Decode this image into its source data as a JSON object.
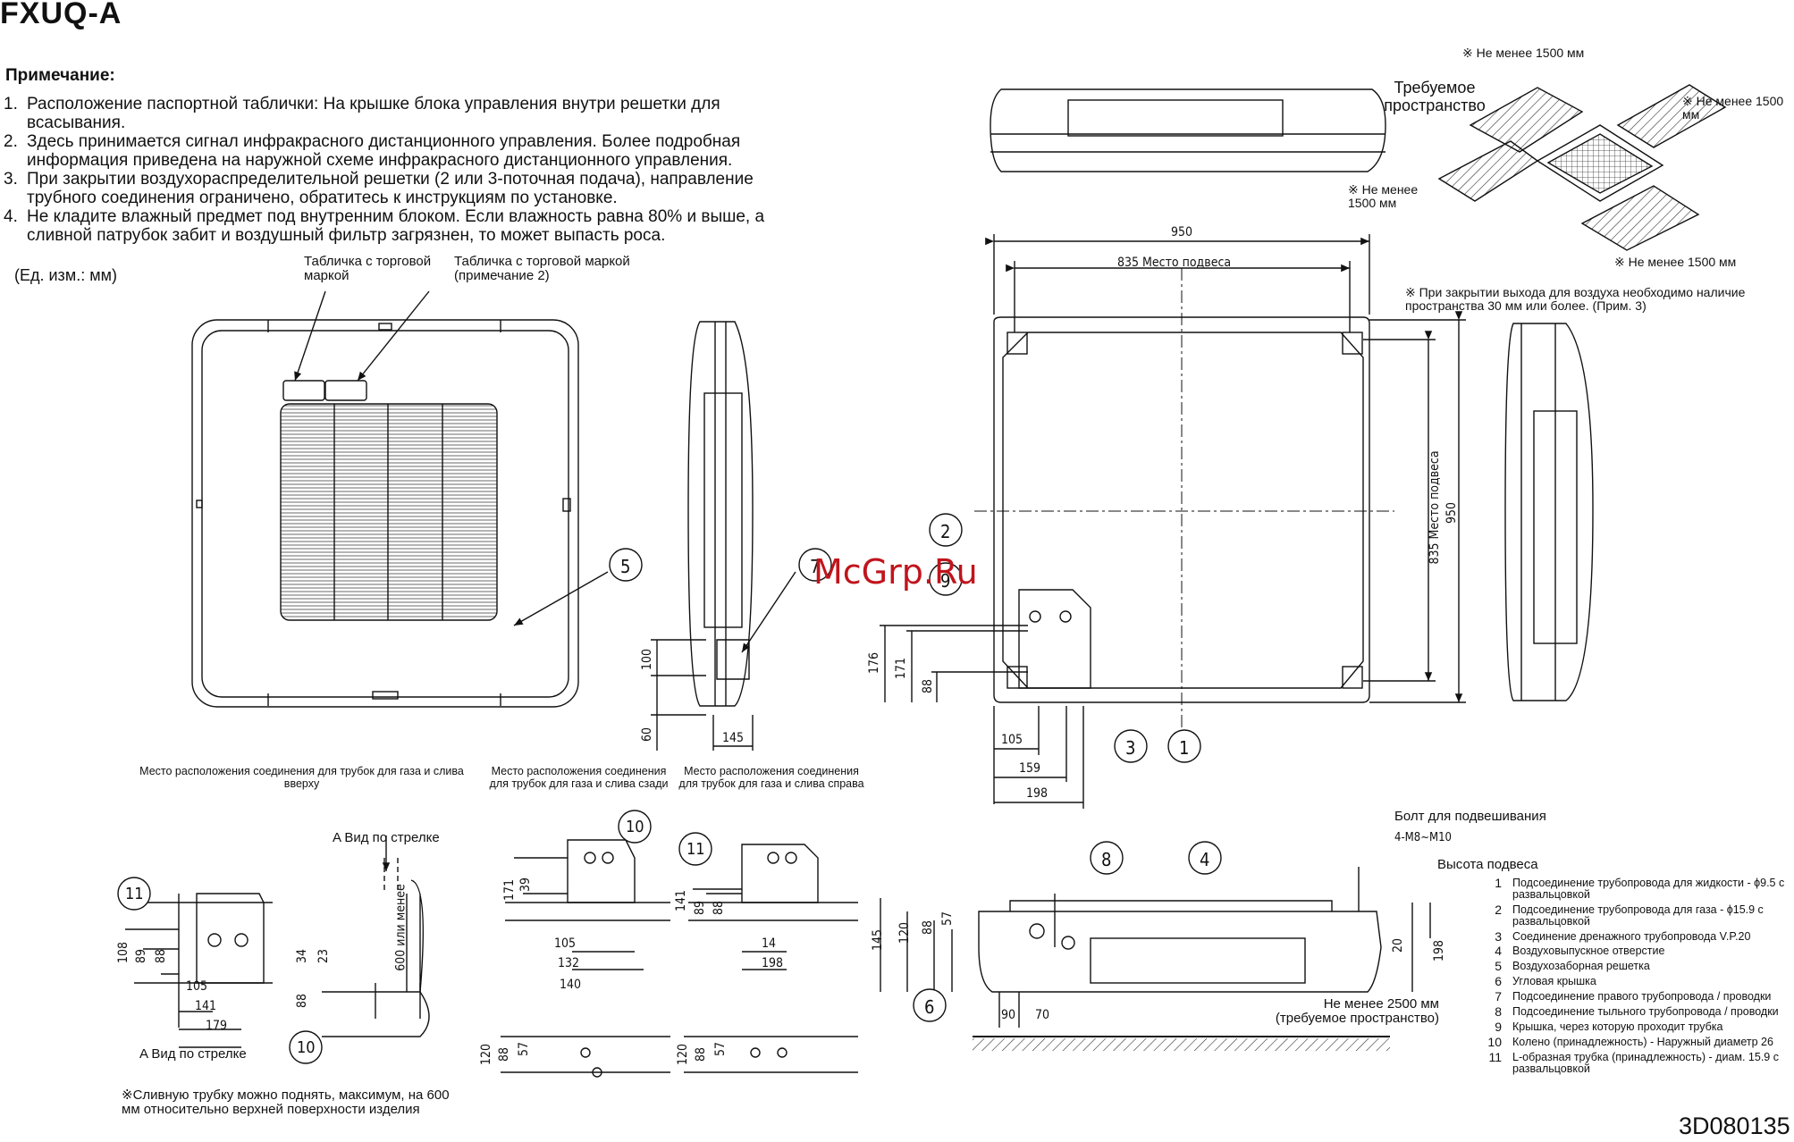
{
  "title": "FXUQ-A",
  "notes": {
    "heading": "Примечание:",
    "items": [
      {
        "num": "1.",
        "text": "Расположение паспортной таблички: На крышке блока управления внутри решетки для всасывания."
      },
      {
        "num": "2.",
        "text": "Здесь принимается сигнал инфракрасного дистанционного управления. Более подробная информация приведена на наружной схеме инфракрасного дистанционного управления."
      },
      {
        "num": "3.",
        "text": "При закрытии воздухораспределительной решетки (2 или 3-поточная подача), направление трубного соединения ограничено, обратитесь к инструкциям по установке."
      },
      {
        "num": "4.",
        "text": "Не кладите влажный предмет под внутренним блоком. Если влажность равна 80% и выше, а сливной патрубок забит и воздушный фильтр загрязнен, то может выпасть роса."
      }
    ]
  },
  "units": "(Ед. изм.: мм)",
  "labels": {
    "nameplate_1": "Табличка с торговой маркой",
    "nameplate_2": "Табличка с торговой маркой (примечание 2)",
    "conn_top": "Место расположения соединения для трубок для газа и слива вверху",
    "conn_rear": "Место расположения соединения для трубок для газа и слива сзади",
    "conn_right": "Место расположения соединения для трубок для газа и слива справа",
    "view_arrow_top": "A Вид по стрелке",
    "view_arrow_bottom": "A Вид по стрелке",
    "drain_note": "※Сливную трубку можно поднять, максимум, на 600 мм относительно верхней поверхности изделия",
    "required_space": "Требуемое пространство",
    "space_top": "※ Не менее 1500 мм",
    "space_right": "※ Не менее 1500 мм",
    "space_left": "※ Не менее 1500 мм",
    "space_bottom": "※ Не менее 1500 мм",
    "outlet_note": "※ При закрытии выхода для воздуха необходимо наличие пространства 30 мм или более. (Прим. 3)",
    "hanging_place_h": "835 Место подвеса",
    "hanging_place_v": "835 Место подвеса",
    "bolt": "Болт для подвешивания",
    "bolt_spec": "4-M8~M10",
    "hanging_height": "Высота подвеса",
    "floor_space": "Не менее 2500 мм (требуемое пространство)",
    "drain_600": "600 или менее",
    "doc_number": "3D080135",
    "watermark": "McGrp.Ru"
  },
  "dimensions": {
    "d950_h": "950",
    "d950_v": "950",
    "d100": "100",
    "d60": "60",
    "d145": "145",
    "d176": "176",
    "d171": "171",
    "d88": "88",
    "d105": "105",
    "d159": "159",
    "d198": "198",
    "a108": "108",
    "a89": "89",
    "a88": "88",
    "a105": "105",
    "a141": "141",
    "a179": "179",
    "b34": "34",
    "b23": "23",
    "b88": "88",
    "c171": "171",
    "c39": "39",
    "c105": "105",
    "c132": "132",
    "c140": "140",
    "e141": "141",
    "e89": "89",
    "e88": "88",
    "e14": "14",
    "e198": "198",
    "f120": "120",
    "f88": "88",
    "f57": "57",
    "g120": "120",
    "g88": "88",
    "g57": "57",
    "h145": "145",
    "h120": "120",
    "h88": "88",
    "h57": "57",
    "h20": "20",
    "h198": "198",
    "h90": "90",
    "h70": "70"
  },
  "callouts": {
    "c1": "1",
    "c2": "2",
    "c3": "3",
    "c4": "4",
    "c5": "5",
    "c6": "6",
    "c7": "7",
    "c8": "8",
    "c9": "9",
    "c10a": "10",
    "c10b": "10",
    "c11a": "11",
    "c11b": "11"
  },
  "legend": [
    {
      "num": "1",
      "text": "Подсоединение трубопровода для жидкости - ϕ9.5 с развальцовкой"
    },
    {
      "num": "2",
      "text": "Подсоединение трубопровода для газа - ϕ15.9 с развальцовкой"
    },
    {
      "num": "3",
      "text": "Соединение дренажного трубопровода V.P.20"
    },
    {
      "num": "4",
      "text": "Воздуховыпускное отверстие"
    },
    {
      "num": "5",
      "text": "Воздухозаборная решетка"
    },
    {
      "num": "6",
      "text": "Угловая крышка"
    },
    {
      "num": "7",
      "text": "Подсоединение правого трубопровода / проводки"
    },
    {
      "num": "8",
      "text": "Подсоединение тыльного трубопровода / проводки"
    },
    {
      "num": "9",
      "text": "Крышка, через которую проходит трубка"
    },
    {
      "num": "10",
      "text": "Колено (принадлежность) - Наружный диаметр 26"
    },
    {
      "num": "11",
      "text": "L-образная трубка (принадлежность) - диам. 15.9 с развальцовкой"
    }
  ]
}
